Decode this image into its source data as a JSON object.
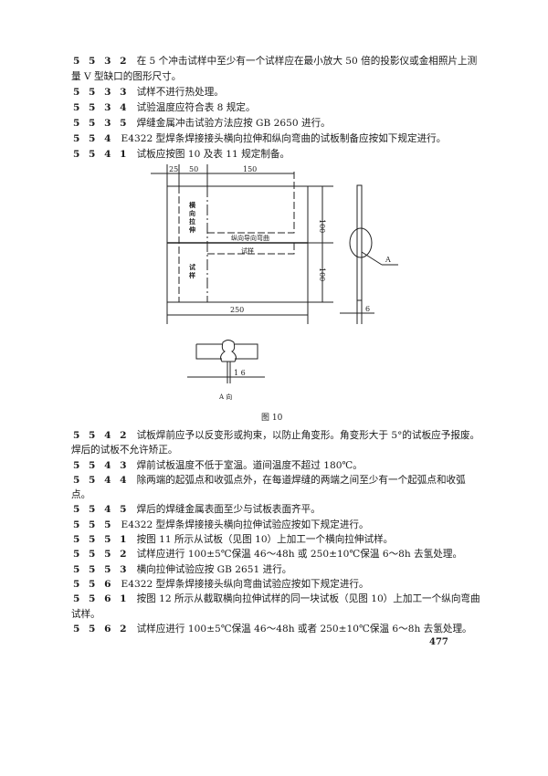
{
  "top_clauses": [
    {
      "num": "5 5 3 2",
      "text": "在 5 个冲击试样中至少有一个试样应在最小放大 50 倍的投影仪或金相照片上测"
    },
    {
      "num": "",
      "text": "量 V 型缺口的图形尺寸。"
    },
    {
      "num": "5 5 3 3",
      "text": "试样不进行热处理。"
    },
    {
      "num": "5 5 3 4",
      "text": "试验温度应符合表 8 规定。"
    },
    {
      "num": "5 5 3 5",
      "text": "焊缝金属冲击试验方法应按 GB 2650 进行。"
    },
    {
      "num": "5 5 4",
      "text": "E4322 型焊条焊接接头横向拉伸和纵向弯曲的试板制备应按如下规定进行。"
    },
    {
      "num": "5 5 4 1",
      "text": "试板应按图 10 及表 11 规定制备。"
    }
  ],
  "figure": {
    "dims": {
      "d25": "25",
      "d50": "50",
      "d150": "150",
      "d100a": "100",
      "d100b": "100",
      "d250": "250",
      "d6": "6",
      "d16": "1 6"
    },
    "labels": {
      "transverse_tensile": "横向拉伸",
      "specimen": "试样",
      "longitudinal_bend": "纵向导向弯曲",
      "bend_specimen": "试样",
      "detail": "A",
      "view": "A 向"
    },
    "caption": "图 10"
  },
  "bottom_clauses": [
    {
      "num": "5 5 4 2",
      "text": "试板焊前应予以反变形或拘束，以防止角变形。角变形大于 5°的试板应予报废。"
    },
    {
      "num": "",
      "text": "焊后的试板不允许矫正。"
    },
    {
      "num": "5 5 4 3",
      "text": "焊前试板温度不低于室温。道间温度不超过 180℃。"
    },
    {
      "num": "5 5 4 4",
      "text": "除两端的起弧点和收弧点外，在每道焊缝的两端之间至少有一个起弧点和收弧"
    },
    {
      "num": "",
      "text": "点。"
    },
    {
      "num": "5 5 4 5",
      "text": "焊后的焊缝金属表面至少与试板表面齐平。"
    },
    {
      "num": "5 5 5",
      "text": "E4322 型焊条焊接接头横向拉伸试验应按如下规定进行。"
    },
    {
      "num": "5 5 5 1",
      "text": "按图 11 所示从试板（见图 10）上加工一个横向拉伸试样。"
    },
    {
      "num": "5 5 5 2",
      "text": "试样应进行 100±5℃保温 46～48h 或 250±10℃保温 6～8h 去氢处理。"
    },
    {
      "num": "5 5 5 3",
      "text": "横向拉伸试验应按 GB 2651 进行。"
    },
    {
      "num": "5 5 6",
      "text": "E4322 型焊条焊接接头纵向弯曲试验应按如下规定进行。"
    },
    {
      "num": "5 5 6 1",
      "text": "按图 12 所示从截取横向拉伸试样的同一块试板（见图 10）上加工一个纵向弯曲"
    },
    {
      "num": "",
      "text": "试样。"
    },
    {
      "num": "5 5 6 2",
      "text": "试样应进行 100±5℃保温 46～48h 或者 250±10℃保温 6～8h 去氢处理。"
    }
  ],
  "page_number": "477"
}
